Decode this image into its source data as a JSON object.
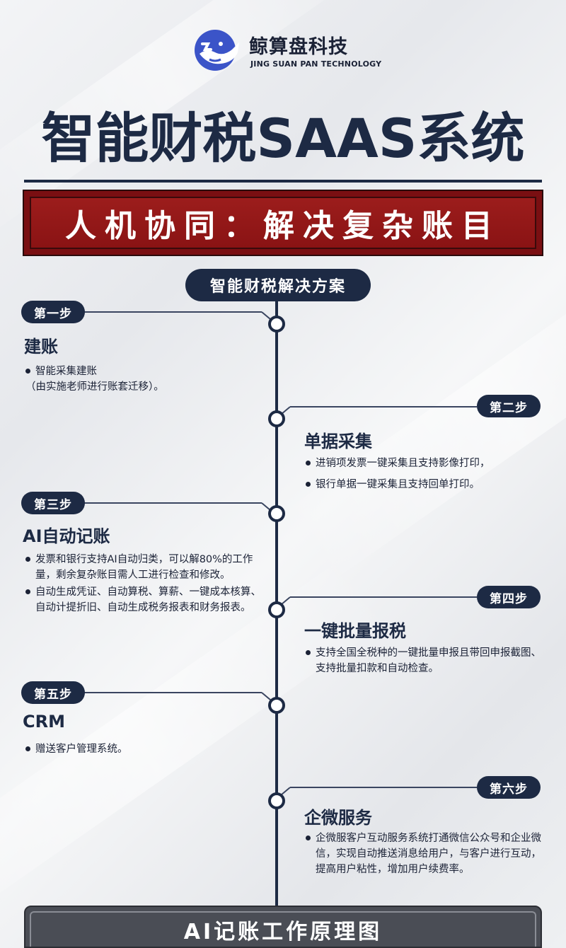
{
  "brand": {
    "name": "鲸算盘科技",
    "subtitle": "JING SUAN PAN TECHNOLOGY",
    "logo_icon": "whale-logo-icon",
    "color": "#3b54c8"
  },
  "title": "智能财税SAAS系统",
  "banner": "人机协同：解决复杂账目",
  "solution_label": "智能财税解决方案",
  "steps": [
    {
      "label": "第一步",
      "title": "建账",
      "bullets": [
        "智能采集建账"
      ],
      "note": "（由实施老师进行账套迁移）。"
    },
    {
      "label": "第二步",
      "title": "单据采集",
      "bullets": [
        "进销项发票一键采集且支持影像打印，",
        "银行单据一键采集且支持回单打印。"
      ]
    },
    {
      "label": "第三步",
      "title": "AI自动记账",
      "bullets": [
        "发票和银行支持AI自动归类，可以解80%的工作量，剩余复杂账目需人工进行检查和修改。",
        "自动生成凭证、自动算税、算薪、一键成本核算、自动计提折旧、自动生成税务报表和财务报表。"
      ]
    },
    {
      "label": "第四步",
      "title": "一键批量报税",
      "bullets": [
        "支持全国全税种的一键批量申报且带回申报截图、支持批量扣款和自动检查。"
      ]
    },
    {
      "label": "第五步",
      "title": "CRM",
      "bullets": [
        "赠送客户管理系统。"
      ]
    },
    {
      "label": "第六步",
      "title": "企微服务",
      "bullets": [
        "企微服客户互动服务系统打通微信公众号和企业微信，实现自动推送消息给用户，与客户进行互动，提高用户粘性，增加用户续费率。"
      ]
    }
  ],
  "footer": "AI记账工作原理图",
  "colors": {
    "navy": "#1d2a44",
    "banner_red": "#8a1314",
    "footer_gray": "#4a4d55"
  }
}
